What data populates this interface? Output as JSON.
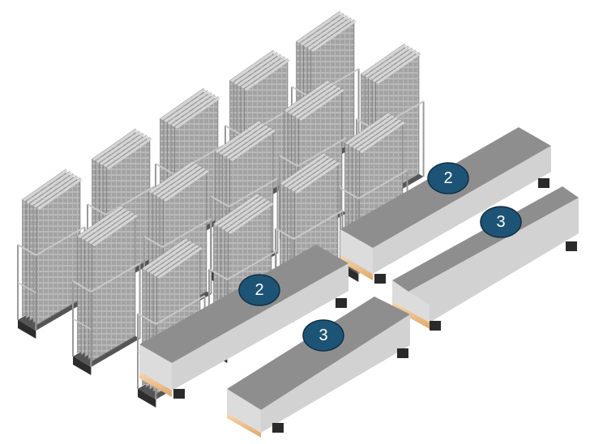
{
  "colors": {
    "badge_fill": "#1d5475",
    "badge_stroke": "#0f2e44",
    "badge_text": "#ffffff",
    "rack_light": "#c8c8c8",
    "rack_mid": "#9a9a9a",
    "rack_dark": "#6e6e6e",
    "pallet": "#3a3a3a",
    "box_top": "#8e8e8e",
    "box_front": "#dcdcdc",
    "box_side": "#6a6a6a",
    "wood": "#f0c896"
  },
  "labels": [
    {
      "id": "label-box-back-upper",
      "text": "2"
    },
    {
      "id": "label-box-back-lower",
      "text": "3"
    },
    {
      "id": "label-box-front-upper",
      "text": "2"
    },
    {
      "id": "label-box-front-lower",
      "text": "3"
    }
  ]
}
